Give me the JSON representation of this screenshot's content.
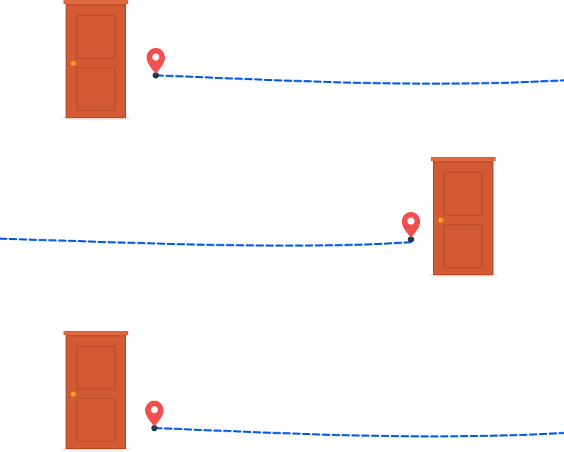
{
  "colors": {
    "door_body": "#d45a33",
    "door_frame": "#c24e2b",
    "door_panel_border": "#b54623",
    "door_top": "#e0683f",
    "knob": "#f5a623",
    "floor_shadow": "#efe9e6",
    "path": "#0a5fe6",
    "pin": "#f0514f",
    "pin_hole": "#ffffff",
    "pin_dot": "#1c3a55"
  },
  "scenes": [
    {
      "name": "row-1",
      "door_side": "left",
      "path_direction": "right"
    },
    {
      "name": "row-2",
      "door_side": "right",
      "path_direction": "left"
    },
    {
      "name": "row-3",
      "door_side": "left",
      "path_direction": "right"
    }
  ]
}
